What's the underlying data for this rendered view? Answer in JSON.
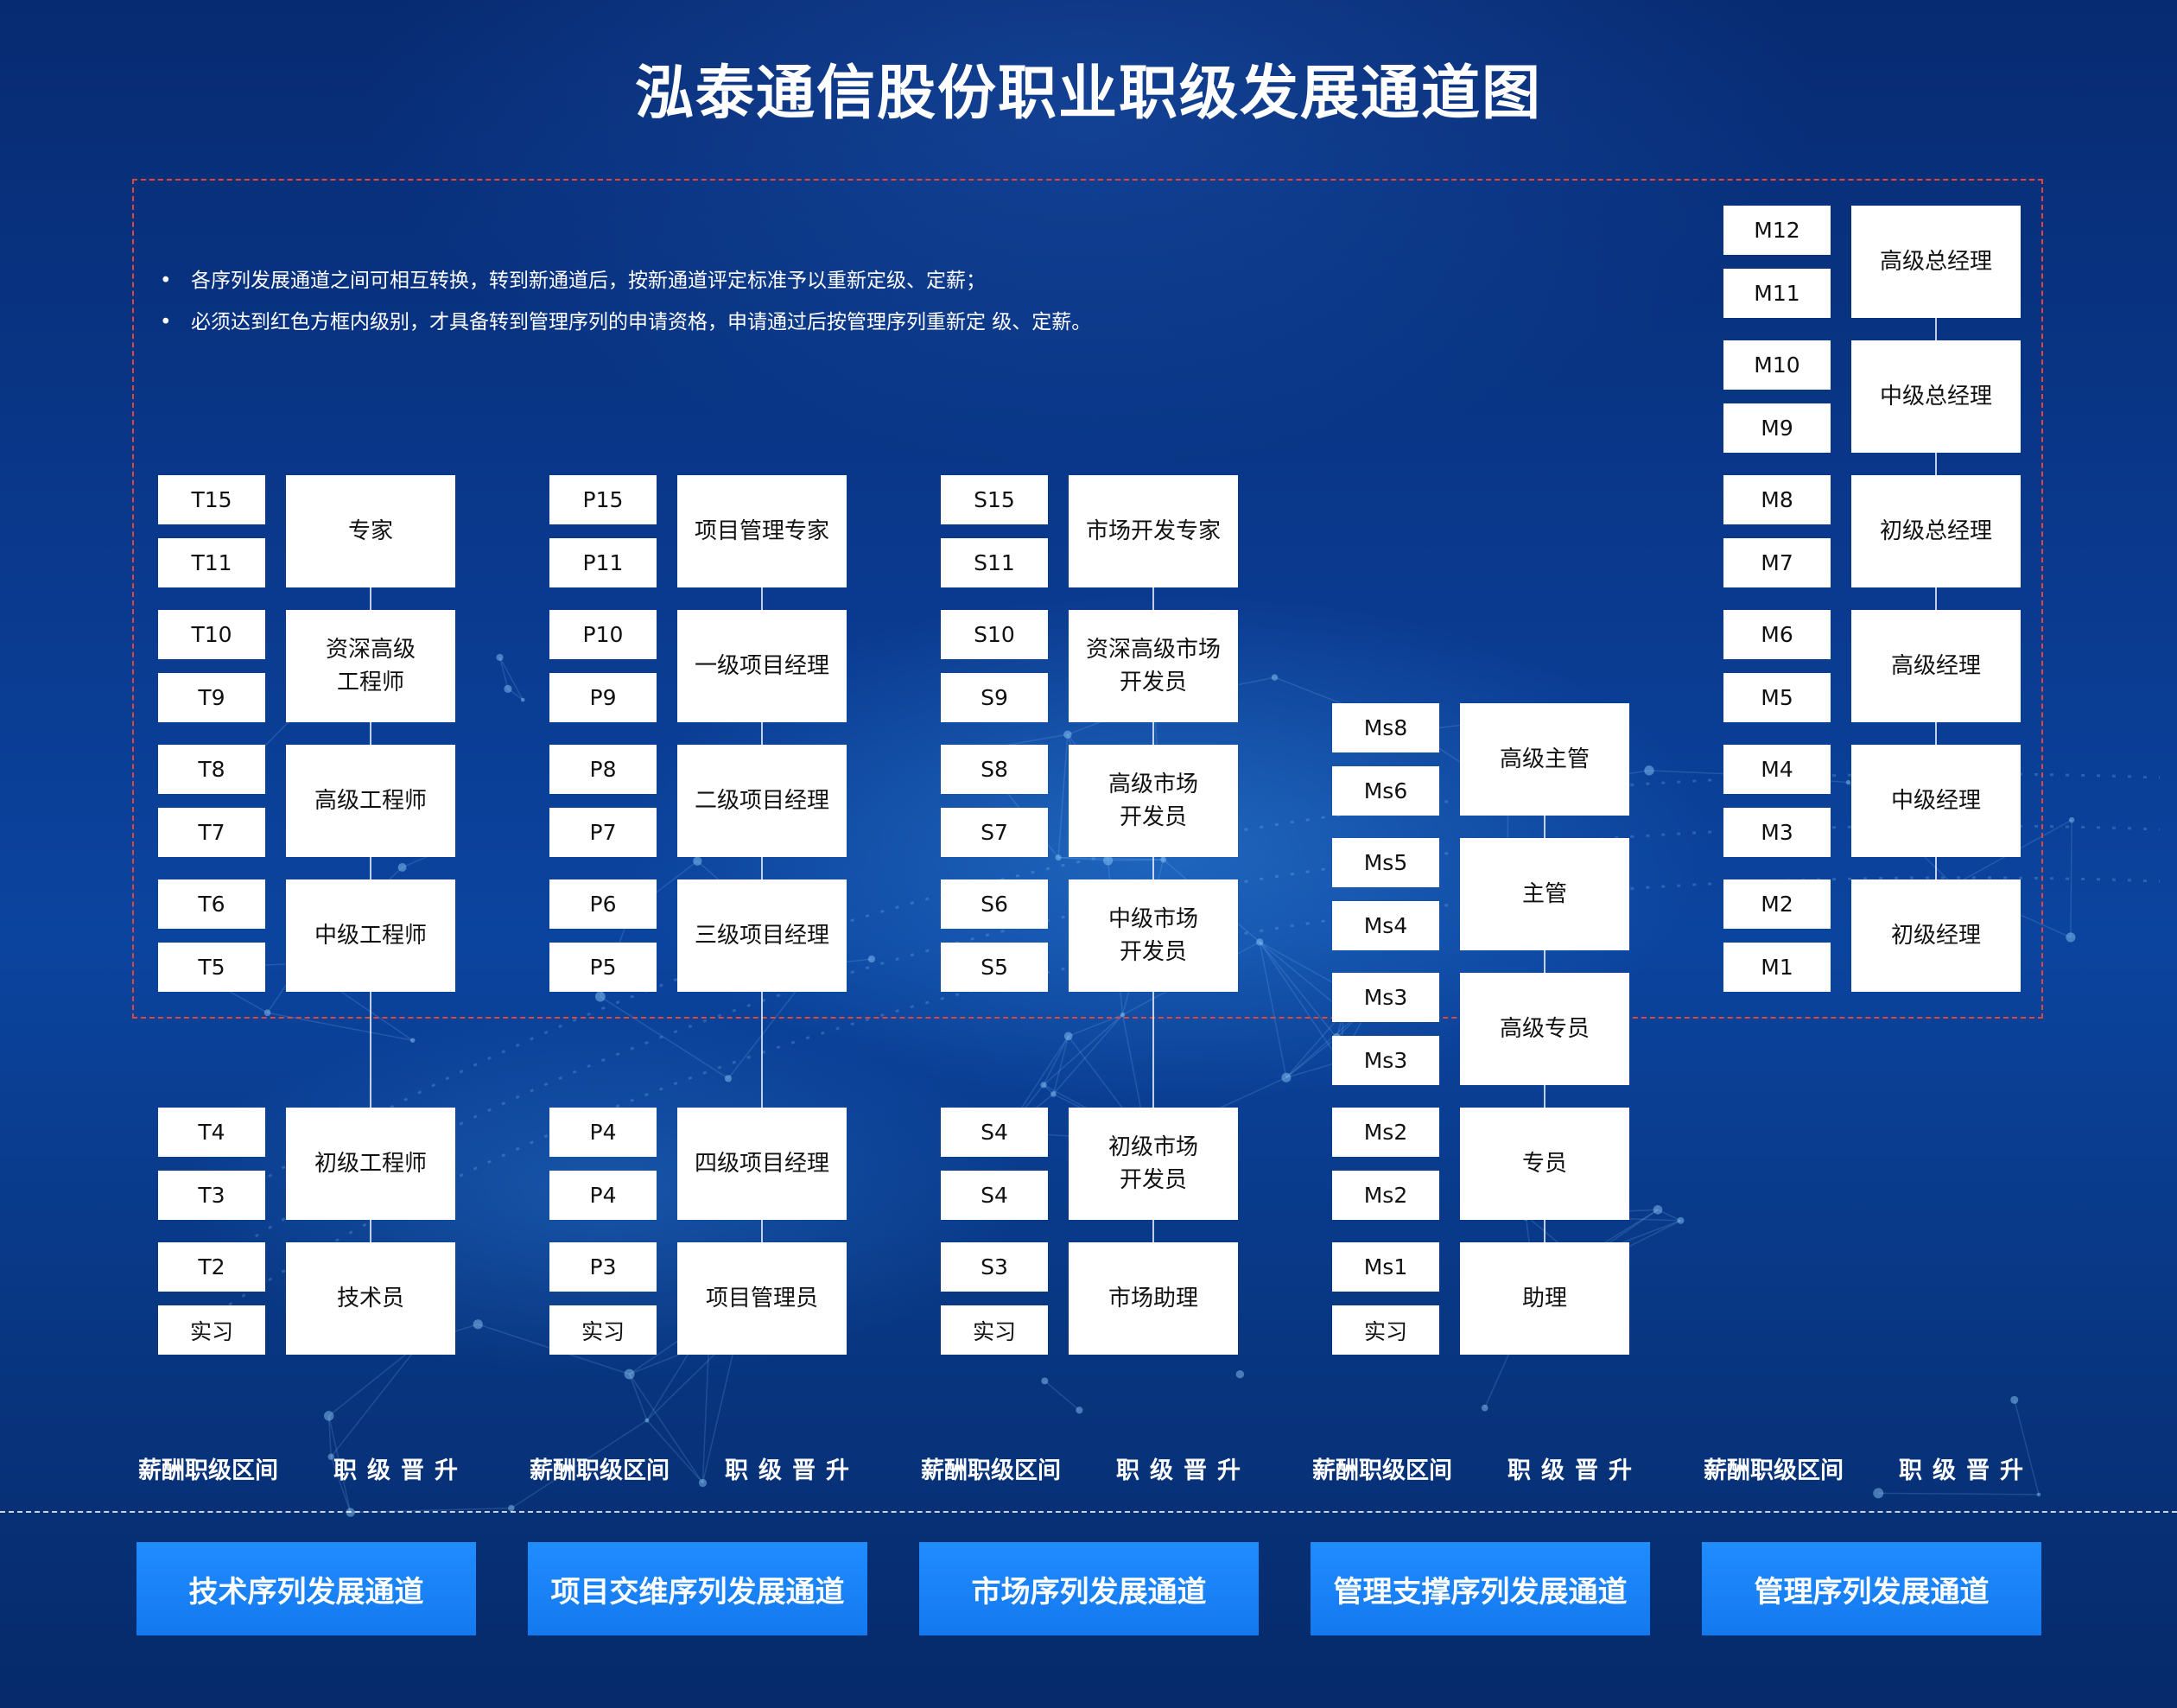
{
  "title": "泓泰通信股份职业职级发展通道图",
  "notes": [
    "各序列发展通道之间可相互转换，转到新通道后，按新通道评定标准予以重新定级、定薪；",
    "必须达到红色方框内级别，才具备转到管理序列的申请资格，申请通过后按管理序列重新定  级、定薪。"
  ],
  "bullet": "•",
  "colors": {
    "background": "#0a3a8f",
    "box": "#ffffff",
    "red_frame": "#e0463c",
    "button": "#1479ee"
  },
  "columns": [
    {
      "id": "tech",
      "label_salary": "薪酬职级区间",
      "label_promotion": "职级晋升",
      "button": "技术序列发展通道",
      "groups": [
        {
          "grades": [
            "T15",
            "T11"
          ],
          "title": "专家"
        },
        {
          "grades": [
            "T10",
            "T9"
          ],
          "title": "资深高级\n工程师"
        },
        {
          "grades": [
            "T8",
            "T7"
          ],
          "title": "高级工程师"
        },
        {
          "grades": [
            "T6",
            "T5"
          ],
          "title": "中级工程师"
        },
        {
          "grades": [
            "T4",
            "T3"
          ],
          "title": "初级工程师"
        },
        {
          "grades": [
            "T2",
            "实习"
          ],
          "title": "技术员"
        }
      ]
    },
    {
      "id": "project",
      "label_salary": "薪酬职级区间",
      "label_promotion": "职级晋升",
      "button": "项目交维序列发展通道",
      "groups": [
        {
          "grades": [
            "P15",
            "P11"
          ],
          "title": "项目管理专家"
        },
        {
          "grades": [
            "P10",
            "P9"
          ],
          "title": "一级项目经理"
        },
        {
          "grades": [
            "P8",
            "P7"
          ],
          "title": "二级项目经理"
        },
        {
          "grades": [
            "P6",
            "P5"
          ],
          "title": "三级项目经理"
        },
        {
          "grades": [
            "P4",
            "P4"
          ],
          "title": "四级项目经理"
        },
        {
          "grades": [
            "P3",
            "实习"
          ],
          "title": "项目管理员"
        }
      ]
    },
    {
      "id": "market",
      "label_salary": "薪酬职级区间",
      "label_promotion": "职级晋升",
      "button": "市场序列发展通道",
      "groups": [
        {
          "grades": [
            "S15",
            "S11"
          ],
          "title": "市场开发专家"
        },
        {
          "grades": [
            "S10",
            "S9"
          ],
          "title": "资深高级市场\n开发员"
        },
        {
          "grades": [
            "S8",
            "S7"
          ],
          "title": "高级市场\n开发员"
        },
        {
          "grades": [
            "S6",
            "S5"
          ],
          "title": "中级市场\n开发员"
        },
        {
          "grades": [
            "S4",
            "S4"
          ],
          "title": "初级市场\n开发员"
        },
        {
          "grades": [
            "S3",
            "实习"
          ],
          "title": "市场助理"
        }
      ]
    },
    {
      "id": "mgmt-support",
      "label_salary": "薪酬职级区间",
      "label_promotion": "职级晋升",
      "button": "管理支撑序列发展通道",
      "groups": [
        {
          "grades": [
            "Ms8",
            "Ms6"
          ],
          "title": "高级主管"
        },
        {
          "grades": [
            "Ms5",
            "Ms4"
          ],
          "title": "主管"
        },
        {
          "grades": [
            "Ms3",
            "Ms3"
          ],
          "title": "高级专员"
        },
        {
          "grades": [
            "Ms2",
            "Ms2"
          ],
          "title": "专员"
        },
        {
          "grades": [
            "Ms1",
            "实习"
          ],
          "title": "助理"
        }
      ]
    },
    {
      "id": "mgmt",
      "label_salary": "薪酬职级区间",
      "label_promotion": "职级晋升",
      "button": "管理序列发展通道",
      "groups": [
        {
          "grades": [
            "M12",
            "M11"
          ],
          "title": "高级总经理"
        },
        {
          "grades": [
            "M10",
            "M9"
          ],
          "title": "中级总经理"
        },
        {
          "grades": [
            "M8",
            "M7"
          ],
          "title": "初级总经理"
        },
        {
          "grades": [
            "M6",
            "M5"
          ],
          "title": "高级经理"
        },
        {
          "grades": [
            "M4",
            "M3"
          ],
          "title": "中级经理"
        },
        {
          "grades": [
            "M2",
            "M1"
          ],
          "title": "初级经理"
        }
      ]
    }
  ]
}
